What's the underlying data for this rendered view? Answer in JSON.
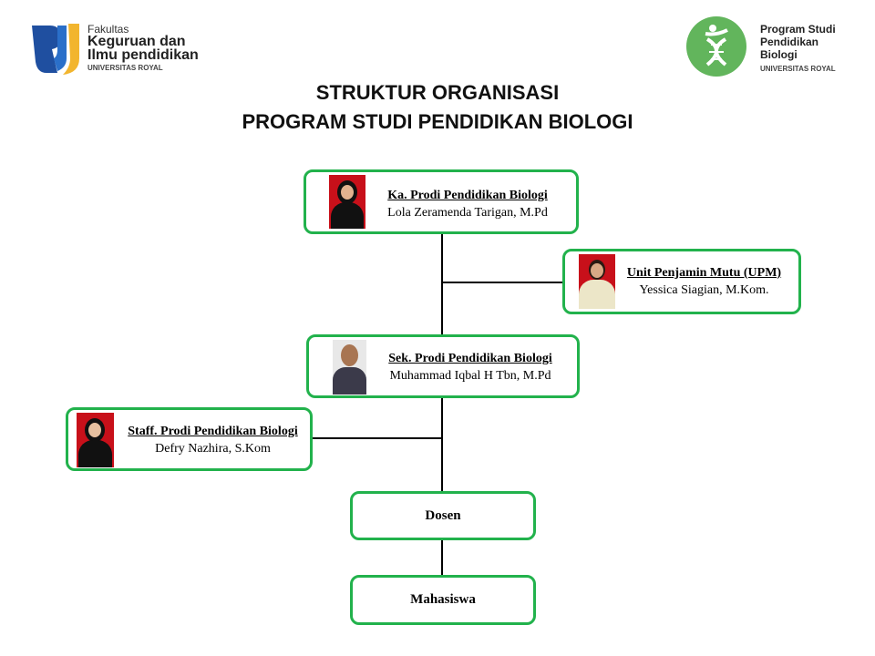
{
  "logos": {
    "left": {
      "line1": "Fakultas",
      "line2": "Keguruan dan",
      "line3": "Ilmu pendidikan",
      "line4": "UNIVERSITAS ROYAL"
    },
    "right": {
      "line1": "Program Studi",
      "line2": "Pendidikan",
      "line3": "Biologi",
      "line4": "UNIVERSITAS ROYAL"
    }
  },
  "title": {
    "line1": "STRUKTUR ORGANISASI",
    "line2": "PROGRAM STUDI PENDIDIKAN BIOLOGI"
  },
  "nodes": {
    "kaprodi": {
      "role": "Ka. Prodi Pendidikan Biologi",
      "name": "Lola Zeramenda  Tarigan,  M.Pd"
    },
    "upm": {
      "role": "Unit Penjamin Mutu (UPM)",
      "name": "Yessica Siagian, M.Kom."
    },
    "sekprodi": {
      "role": "Sek. Prodi  Pendidikan  Biologi",
      "name": "Muhammad  Iqbal H Tbn, M.Pd"
    },
    "staff": {
      "role": "Staff.  Prodi Pendidikan Biologi",
      "name": "Defry  Nazhira, S.Kom"
    },
    "dosen": {
      "label": "Dosen"
    },
    "mahasiswa": {
      "label": "Mahasiswa"
    }
  },
  "colors": {
    "border": "#22b24c",
    "photo_bg": "#c8101a"
  }
}
